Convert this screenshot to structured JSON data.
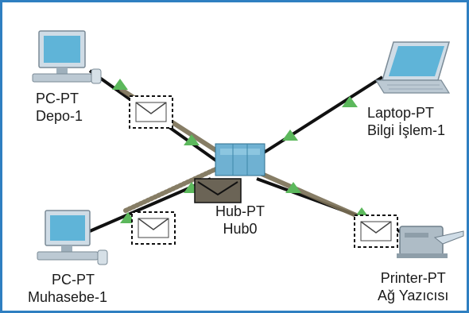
{
  "devices": {
    "pc_depo": {
      "type_label": "PC-PT",
      "name": "Depo-1"
    },
    "laptop": {
      "type_label": "Laptop-PT",
      "name": "Bilgi İşlem-1"
    },
    "hub": {
      "type_label": "Hub-PT",
      "name": "Hub0"
    },
    "pc_muhasebe": {
      "type_label": "PC-PT",
      "name": "Muhasebe-1"
    },
    "printer": {
      "type_label": "Printer-PT",
      "name": "Ağ Yazıcısı"
    }
  },
  "colors": {
    "frame": "#2f7fc1",
    "link": "#111111",
    "link_up_triangle": "#5cb85c",
    "traffic_path": "#7a6f55",
    "device_body": "#bcd3e3",
    "screen": "#5fb4d8",
    "hub": "#5fa7c8"
  },
  "icons": {
    "pc": "desktop-computer-icon",
    "laptop": "laptop-icon",
    "hub": "hub-icon",
    "printer": "printer-icon",
    "packet": "envelope-icon"
  }
}
